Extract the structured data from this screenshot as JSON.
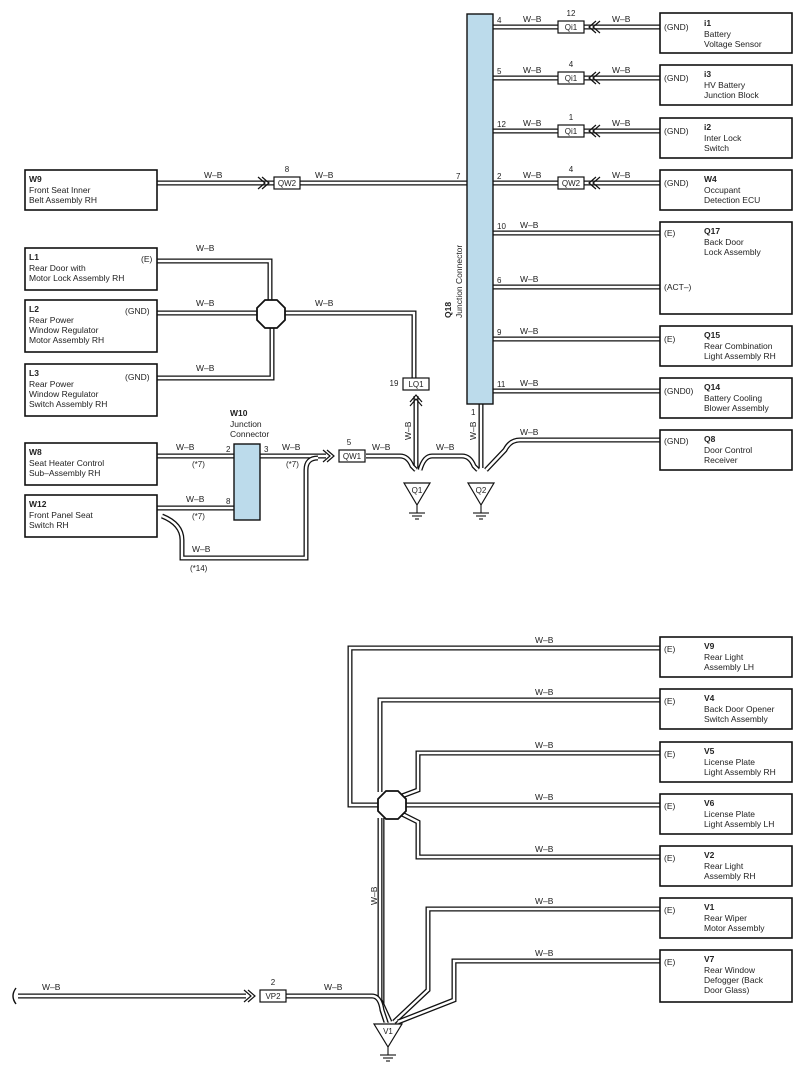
{
  "wire_color": "W–B",
  "units": {
    "i1": {
      "code": "i1",
      "l1": "Battery",
      "l2": "Voltage Sensor",
      "l3": "",
      "pin": "(GND)"
    },
    "i3": {
      "code": "i3",
      "l1": "HV Battery",
      "l2": "Junction Block",
      "l3": "",
      "pin": "(GND)"
    },
    "i2": {
      "code": "i2",
      "l1": "Inter Lock",
      "l2": "Switch",
      "l3": "",
      "pin": "(GND)"
    },
    "W4": {
      "code": "W4",
      "l1": "Occupant",
      "l2": "Detection ECU",
      "l3": "",
      "pin": "(GND)"
    },
    "Q17": {
      "code": "Q17",
      "l1": "Back Door",
      "l2": "Lock Assembly",
      "l3": "",
      "pin": "(E)",
      "pin2": "(ACT–)"
    },
    "Q15": {
      "code": "Q15",
      "l1": "Rear Combination",
      "l2": "Light Assembly RH",
      "l3": "",
      "pin": "(E)"
    },
    "Q14": {
      "code": "Q14",
      "l1": "Battery Cooling",
      "l2": "Blower Assembly",
      "l3": "",
      "pin": "(GND0)"
    },
    "Q8": {
      "code": "Q8",
      "l1": "Door Control",
      "l2": "Receiver",
      "l3": "",
      "pin": "(GND)"
    },
    "W9": {
      "code": "W9",
      "l1": "Front Seat Inner",
      "l2": "Belt Assembly RH",
      "l3": ""
    },
    "L1": {
      "code": "L1",
      "l1": "Rear Door with",
      "l2": "Motor Lock Assembly RH",
      "l3": "",
      "pin": "(E)"
    },
    "L2": {
      "code": "L2",
      "l1": "Rear Power",
      "l2": "Window Regulator",
      "l3": "Motor Assembly RH",
      "pin": "(GND)"
    },
    "L3": {
      "code": "L3",
      "l1": "Rear Power",
      "l2": "Window Regulator",
      "l3": "Switch Assembly RH",
      "pin": "(GND)"
    },
    "W8": {
      "code": "W8",
      "l1": "Seat Heater Control",
      "l2": "Sub–Assembly RH",
      "l3": ""
    },
    "W12": {
      "code": "W12",
      "l1": "Front Panel Seat",
      "l2": "Switch RH",
      "l3": ""
    },
    "V9": {
      "code": "V9",
      "l1": "Rear Light",
      "l2": "Assembly LH",
      "l3": "",
      "pin": "(E)"
    },
    "V4": {
      "code": "V4",
      "l1": "Back Door Opener",
      "l2": "Switch Assembly",
      "l3": "",
      "pin": "(E)"
    },
    "V5": {
      "code": "V5",
      "l1": "License Plate",
      "l2": "Light Assembly RH",
      "l3": "",
      "pin": "(E)"
    },
    "V6": {
      "code": "V6",
      "l1": "License Plate",
      "l2": "Light Assembly LH",
      "l3": "",
      "pin": "(E)"
    },
    "V2": {
      "code": "V2",
      "l1": "Rear Light",
      "l2": "Assembly RH",
      "l3": "",
      "pin": "(E)"
    },
    "V1u": {
      "code": "V1",
      "l1": "Rear Wiper",
      "l2": "Motor Assembly",
      "l3": "",
      "pin": "(E)"
    },
    "V7": {
      "code": "V7",
      "l1": "Rear Window",
      "l2": "Defogger (Back",
      "l3": "Door Glass)",
      "pin": "(E)"
    }
  },
  "junctions": {
    "Q18": {
      "code": "Q18",
      "name": "Junction Connector"
    },
    "W10": {
      "code": "W10",
      "l1": "Junction",
      "l2": "Connector"
    }
  },
  "connectors": {
    "qi1_a": {
      "name": "Qi1",
      "pin": "12"
    },
    "qi1_b": {
      "name": "Qi1",
      "pin": "4"
    },
    "qi1_c": {
      "name": "Qi1",
      "pin": "1"
    },
    "qw2_a": {
      "name": "QW2",
      "pin": "8"
    },
    "qw2_b": {
      "name": "QW2",
      "pin": "4"
    },
    "lq1": {
      "name": "LQ1",
      "pin": "19"
    },
    "qw1": {
      "name": "QW1",
      "pin": "5"
    },
    "vp2": {
      "name": "VP2",
      "pin": "2"
    }
  },
  "grounds": {
    "q1": "Q1",
    "q2": "Q2",
    "v1": "V1"
  },
  "q18_pins": {
    "p4": "4",
    "p5": "5",
    "p12": "12",
    "p2": "2",
    "p7": "7",
    "p10": "10",
    "p6": "6",
    "p9": "9",
    "p11": "11",
    "p1": "1"
  },
  "w10_pins": {
    "p2": "2",
    "p3": "3",
    "p8": "8"
  },
  "notes": {
    "n7a": "(*7)",
    "n7b": "(*7)",
    "n7c": "(*7)",
    "n14": "(*14)"
  }
}
